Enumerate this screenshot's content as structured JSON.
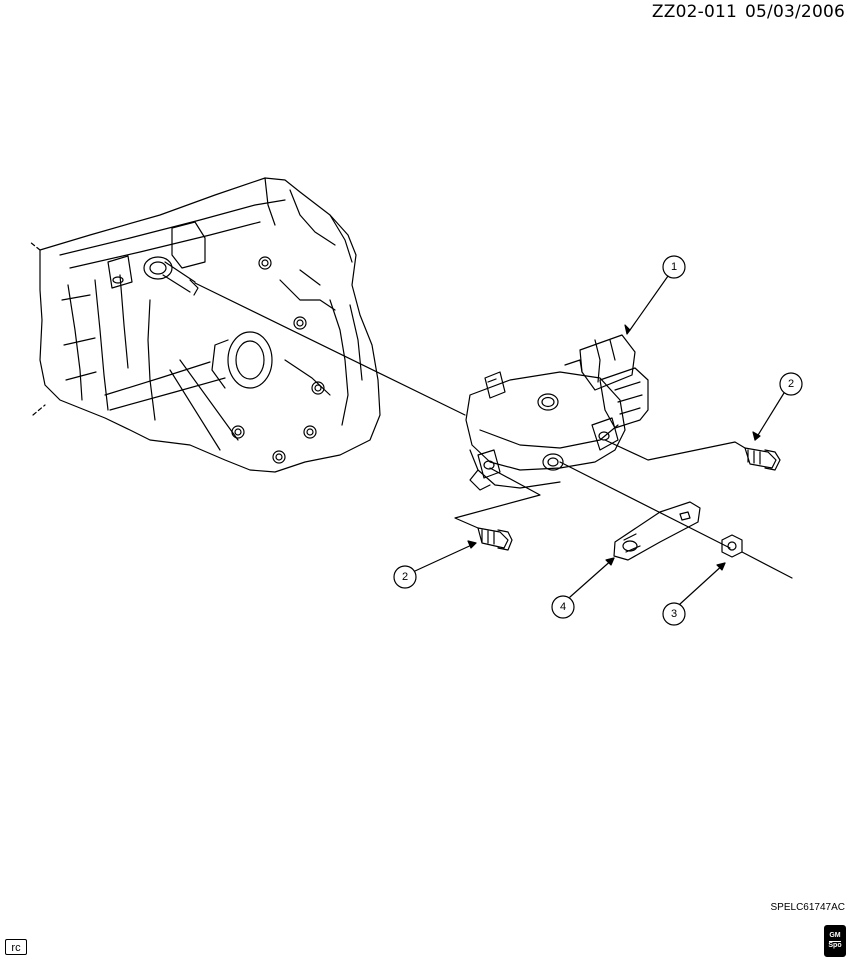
{
  "header": {
    "figure_id": "ZZ02-011",
    "date": "05/03/2006"
  },
  "callouts": [
    {
      "number": "1",
      "part": "switch"
    },
    {
      "number": "2",
      "part": "bolt-right"
    },
    {
      "number": "2",
      "part": "bolt-left"
    },
    {
      "number": "3",
      "part": "nut"
    },
    {
      "number": "4",
      "part": "lever"
    }
  ],
  "footer": {
    "figure_code": "SPELC61747AC",
    "rc_label": "rc",
    "logo_text_top": "GM",
    "logo_text_bottom": "Spo"
  }
}
